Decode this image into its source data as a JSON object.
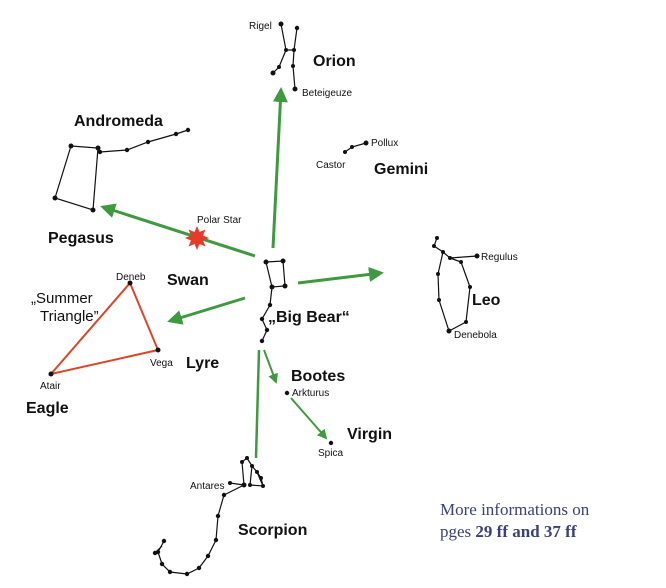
{
  "constellations": {
    "orion": "Orion",
    "gemini": "Gemini",
    "andromeda": "Andromeda",
    "pegasus": "Pegasus",
    "swan": "Swan",
    "lyre": "Lyre",
    "eagle": "Eagle",
    "big_bear": "„Big Bear“",
    "leo": "Leo",
    "bootes": "Bootes",
    "virgin": "Virgin",
    "scorpion": "Scorpion"
  },
  "stars": {
    "rigel": "Rigel",
    "beteigeuze": "Beteigeuze",
    "pollux": "Pollux",
    "castor": "Castor",
    "polar_star": "Polar Star",
    "deneb": "Deneb",
    "vega": "Vega",
    "atair": "Atair",
    "regulus": "Regulus",
    "denebola": "Denebola",
    "arkturus": "Arkturus",
    "spica": "Spica",
    "antares": "Antares"
  },
  "summer_triangle": {
    "line1": "„Summer",
    "line2": "Triangle”"
  },
  "note": {
    "line1": "More informations on",
    "prefix": "pges ",
    "ref1": "29 ff",
    "mid": " and ",
    "ref2": "37 ff"
  },
  "colors": {
    "arrow": "#3f9a3f",
    "triangle": "#d9472b",
    "polar_star": "#e53b2a",
    "note": "#3b3f7a"
  }
}
